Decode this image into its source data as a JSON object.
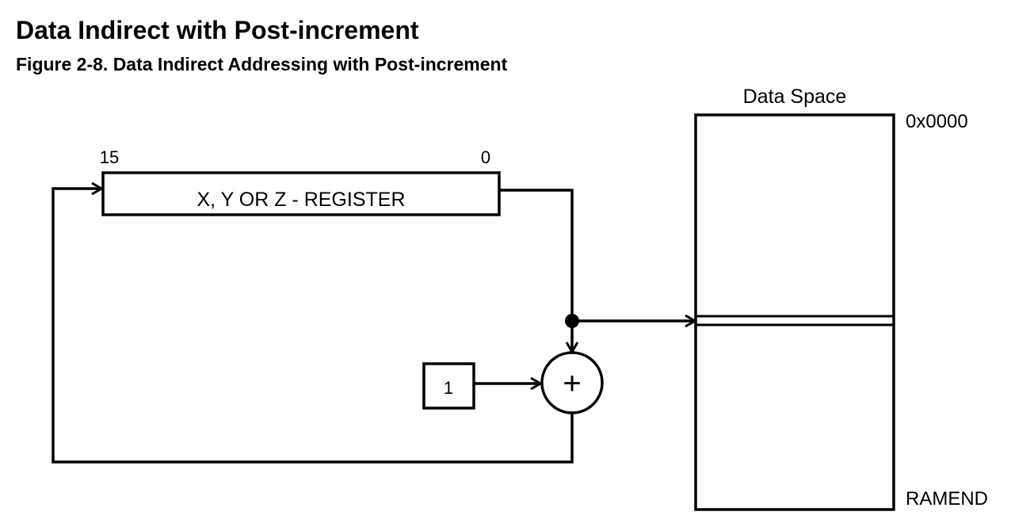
{
  "header": {
    "section_title": "Data Indirect with Post-increment",
    "figure_caption": "Figure 2-8.  Data Indirect Addressing with Post-increment"
  },
  "diagram": {
    "register": {
      "label": "X, Y OR Z - REGISTER",
      "msb_label": "15",
      "lsb_label": "0"
    },
    "increment_constant": "1",
    "adder_symbol": "+",
    "data_space": {
      "title": "Data Space",
      "start_address": "0x0000",
      "end_address": "RAMEND"
    }
  }
}
